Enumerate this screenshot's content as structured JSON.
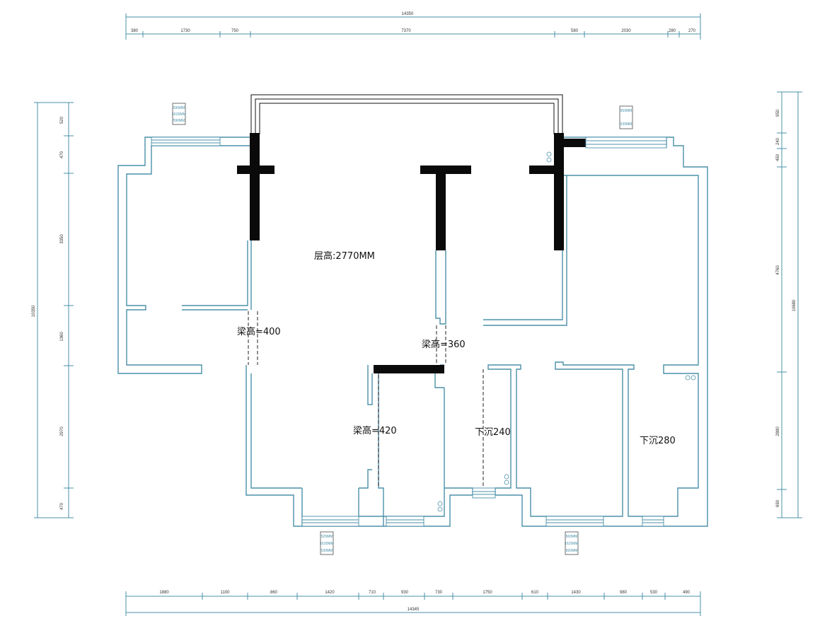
{
  "dimensions": {
    "top_total": "14350",
    "top_segments": [
      "380",
      "1730",
      "750",
      "7370",
      "580",
      "2030",
      "280",
      "270"
    ],
    "bottom_total": "14345",
    "bottom_segments": [
      "1880",
      "1100",
      "860",
      "1420",
      "710",
      "930",
      "730",
      "1750",
      "610",
      "1430",
      "980",
      "530",
      "490"
    ],
    "left_total": "10350",
    "left_segments": [
      "520",
      "470",
      "3350",
      "1360",
      "2970",
      "470"
    ],
    "right_total": "10680",
    "right_segments": [
      "950",
      "240",
      "450",
      "4760",
      "2880",
      "690"
    ]
  },
  "labels": {
    "ceiling_height": "层高:2770MM",
    "beam_left": "梁高=400",
    "beam_center": "梁高=360",
    "beam_lower": "梁高=420",
    "sunken_a": "下沉240",
    "sunken_b": "下沉280"
  },
  "window_specs": {
    "top_left": [
      "590MM",
      "1620MM",
      "590MM"
    ],
    "top_right": [
      "550MM",
      "530MM"
    ],
    "bottom_left": [
      "520MM",
      "1620MM",
      "530MM"
    ],
    "bottom_right": [
      "560MM",
      "1620MM",
      "560MM"
    ]
  },
  "colors": {
    "wall": "#4a90a8",
    "column": "#0a0a0a",
    "text": "#111111"
  }
}
